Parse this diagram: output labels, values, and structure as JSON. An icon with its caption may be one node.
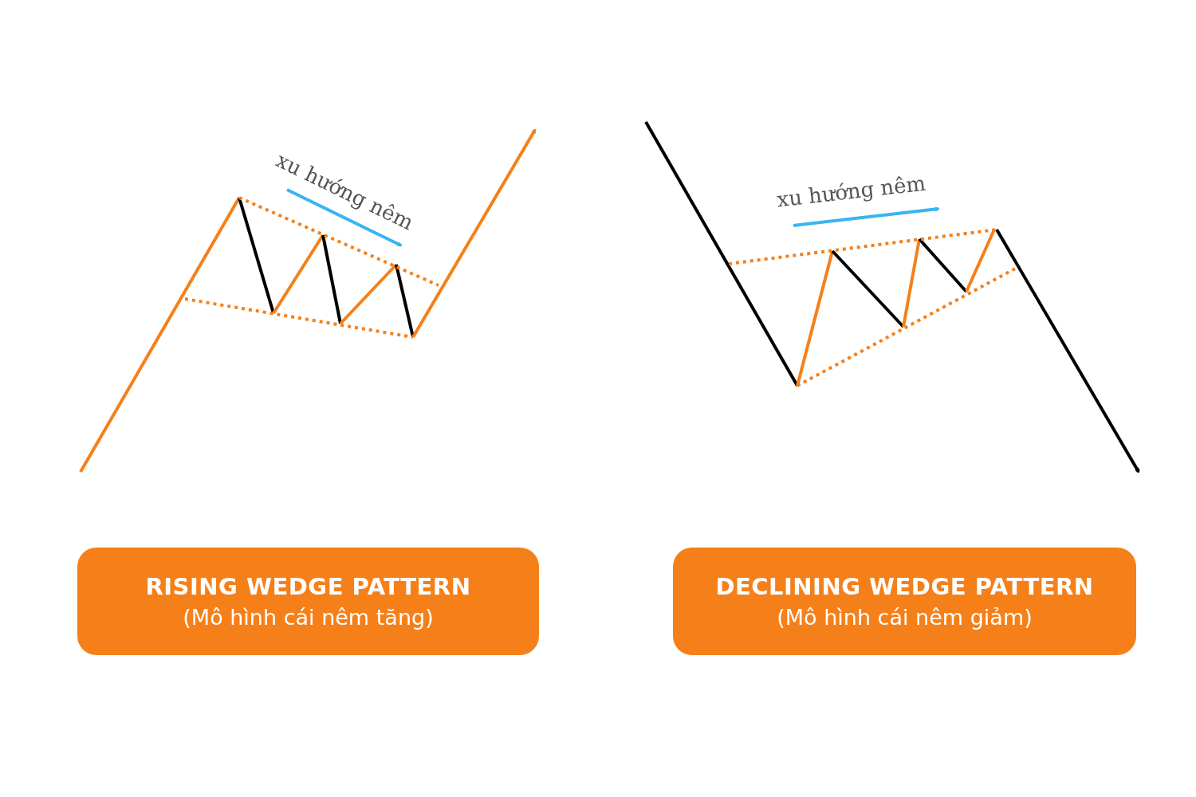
{
  "diagram": {
    "nodes": [
      {
        "text": [
          "RISING WEDGE PATTERN",
          "(Mô hình cái nêm tăng)"
        ]
      },
      {
        "text": [
          "DECLINING WEDGE PATTERN",
          "(Mô hình cái nêm giảm)"
        ]
      }
    ],
    "labels": [
      "xu hướng nêm",
      "xu hướng nêm"
    ]
  }
}
